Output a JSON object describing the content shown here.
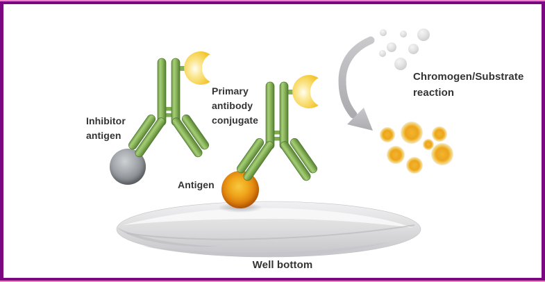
{
  "diagram": {
    "background": "#FFFFFF",
    "border_color": "#7A0880",
    "border_accent_color": "#EF83C9"
  },
  "labels": {
    "inhibitor_line1": "Inhibitor",
    "inhibitor_line2": "antigen",
    "primary_line1": "Primary",
    "primary_line2": "antibody",
    "primary_line3": "conjugate",
    "antigen": "Antigen",
    "chromogen_line1": "Chromogen/Substrate",
    "chromogen_line2": "reaction",
    "well_bottom": "Well bottom"
  },
  "colors": {
    "antibody_green": "#8DB95C",
    "antibody_green_dark": "#567F35",
    "enzyme_yellow": "#F6CD43",
    "inhibitor_antigen_gray": "#92959A",
    "antigen_orange": "#DD7E0E",
    "substrate_dots_gray": "#D8D8DA",
    "product_dots_orange": "#ECA41E",
    "arrow_gray": "#BBBBBF",
    "well_gray": "#DCDCE0",
    "label_text": "#333333"
  },
  "counts": {
    "antibodies": 2,
    "enzyme_conjugates": 2,
    "substrate_dots": 7,
    "product_dots": 7
  }
}
